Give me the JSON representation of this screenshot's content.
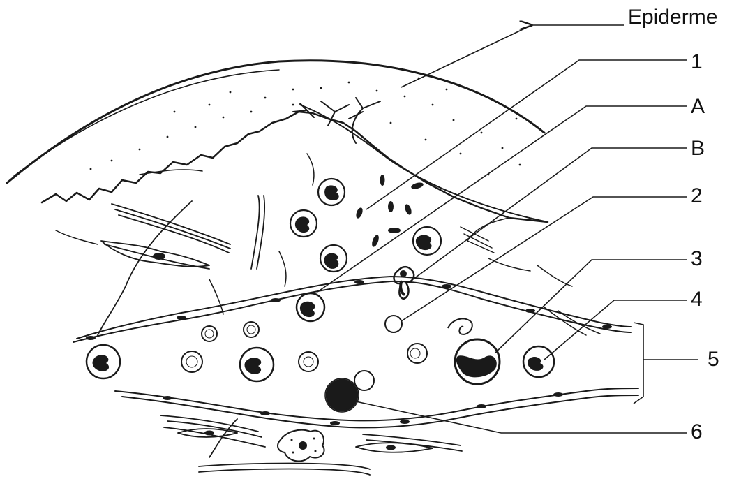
{
  "labels": {
    "epiderme": "Epiderme",
    "l1": "1",
    "lA": "A",
    "lB": "B",
    "l2": "2",
    "l3": "3",
    "l4": "4",
    "l5": "5",
    "l6": "6"
  },
  "colors": {
    "ink": "#1a1a1a",
    "paper": "#ffffff"
  }
}
